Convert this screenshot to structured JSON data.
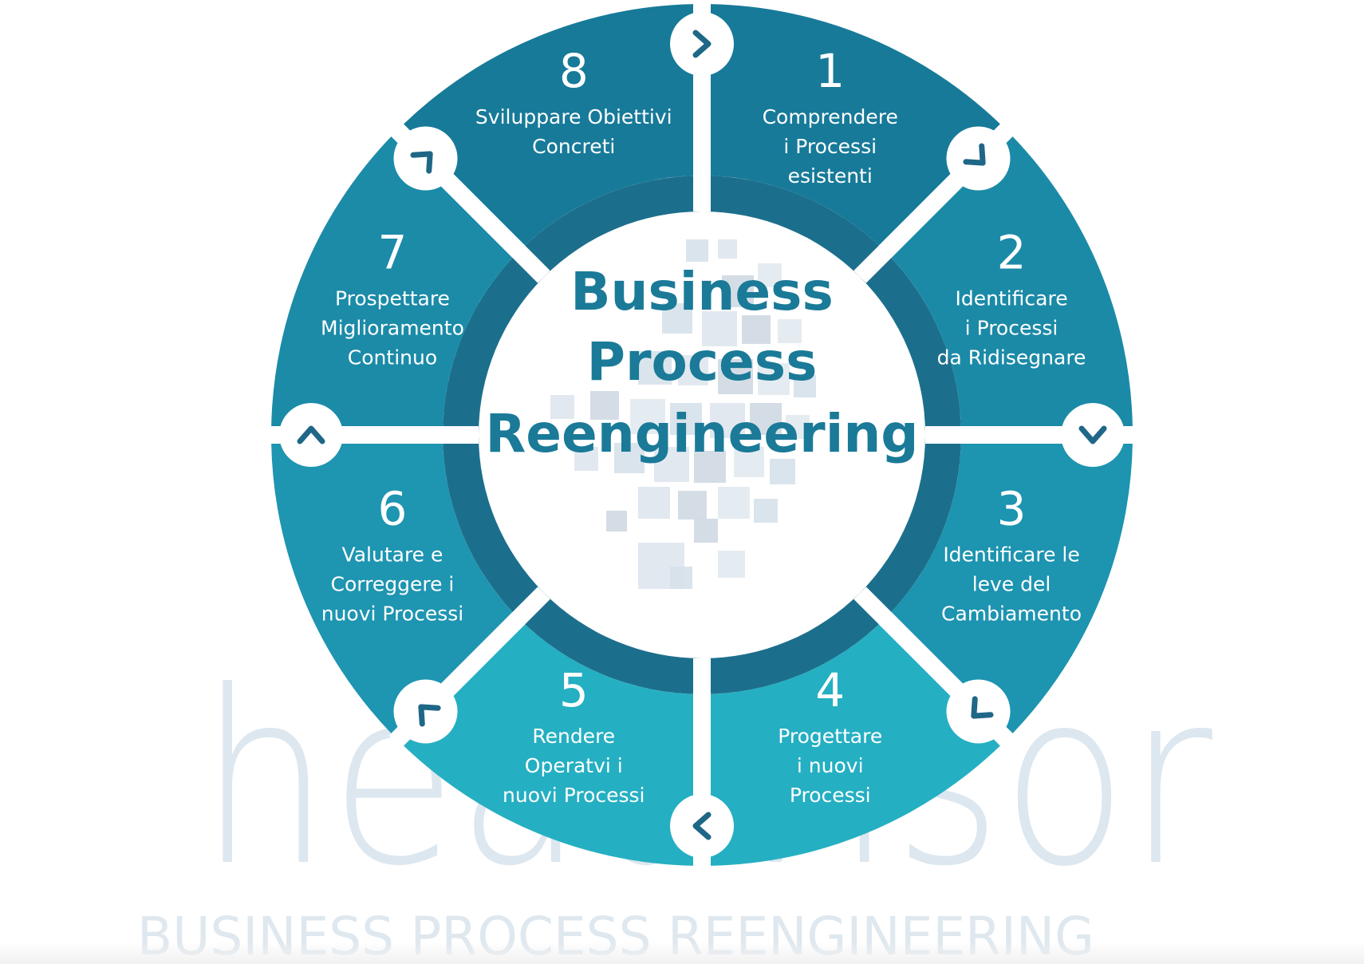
{
  "watermark": {
    "logo_text": "headvisor",
    "tagline": "BUSINESS PROCESS REENGINEERING"
  },
  "center": {
    "title_lines": [
      "Business",
      "Process",
      "Reengineering"
    ]
  },
  "steps": [
    {
      "number": "1",
      "lines": [
        "Comprendere",
        "i Processi",
        "esistenti"
      ]
    },
    {
      "number": "2",
      "lines": [
        "Identificare",
        "i Processi",
        "da Ridisegnare"
      ]
    },
    {
      "number": "3",
      "lines": [
        "Identificare le",
        "leve del",
        "Cambiamento"
      ]
    },
    {
      "number": "4",
      "lines": [
        "Progettare",
        "i nuovi",
        "Processi"
      ]
    },
    {
      "number": "5",
      "lines": [
        "Rendere",
        "Operatvi i",
        "nuovi Processi"
      ]
    },
    {
      "number": "6",
      "lines": [
        "Valutare e",
        "Correggere i",
        "nuovi Processi"
      ]
    },
    {
      "number": "7",
      "lines": [
        "Prospettare",
        "Miglioramento",
        "Continuo"
      ]
    },
    {
      "number": "8",
      "lines": [
        "Sviluppare Obiettivi",
        "Concreti"
      ]
    }
  ],
  "connectors": [
    {
      "between": "8-1",
      "icon": "chevron-right-icon"
    },
    {
      "between": "1-2",
      "icon": "corner-arrow-down-right-icon"
    },
    {
      "between": "2-3",
      "icon": "chevron-down-icon"
    },
    {
      "between": "3-4",
      "icon": "corner-arrow-down-left-icon"
    },
    {
      "between": "4-5",
      "icon": "chevron-left-icon"
    },
    {
      "between": "5-6",
      "icon": "corner-arrow-up-left-icon"
    },
    {
      "between": "6-7",
      "icon": "chevron-up-icon"
    },
    {
      "between": "7-8",
      "icon": "corner-arrow-up-right-icon"
    }
  ],
  "colors": {
    "segment_fills": [
      "#177a99",
      "#1b8aa7",
      "#1d94b0",
      "#25afc2",
      "#25afc2",
      "#1e95b1",
      "#1b8ba8",
      "#177a99"
    ],
    "inner_ring": "#1c6f8c",
    "title": "#1a7a98",
    "watermark": "#dbe6ee",
    "chevron": "#1f6787",
    "text": "#ffffff"
  }
}
